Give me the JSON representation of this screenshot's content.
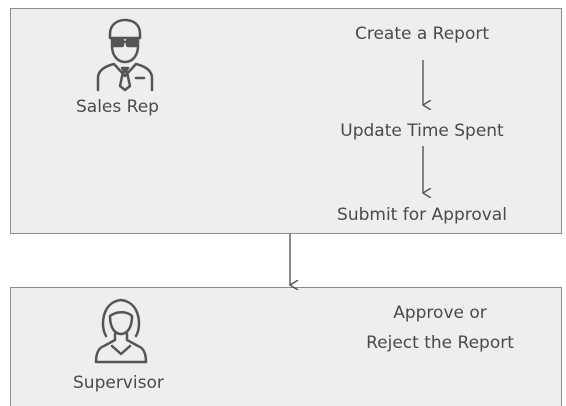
{
  "lanes": [
    {
      "role": "Sales Rep",
      "icon": "salesperson-icon",
      "steps": [
        "Create a Report",
        "Update Time Spent",
        "Submit for Approval"
      ]
    },
    {
      "role": "Supervisor",
      "icon": "supervisor-woman-icon",
      "steps_lines": [
        "Approve or",
        "Reject the Report"
      ]
    }
  ],
  "colors": {
    "lane_fill": "#eeeeee",
    "lane_border": "#8c8c8c",
    "text": "#4a4a4a",
    "arrow": "#555555"
  }
}
